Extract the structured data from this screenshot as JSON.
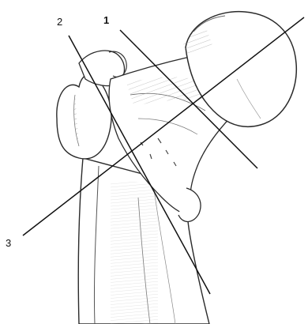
{
  "labels": {
    "line1": "1",
    "line2": "2",
    "line3": "3"
  },
  "colors": {
    "ink": "#1a1a1a",
    "bone_shade": "#8a8a8a",
    "background": "#ffffff"
  },
  "figure": {
    "subject": "proximal-femur-sketch"
  }
}
